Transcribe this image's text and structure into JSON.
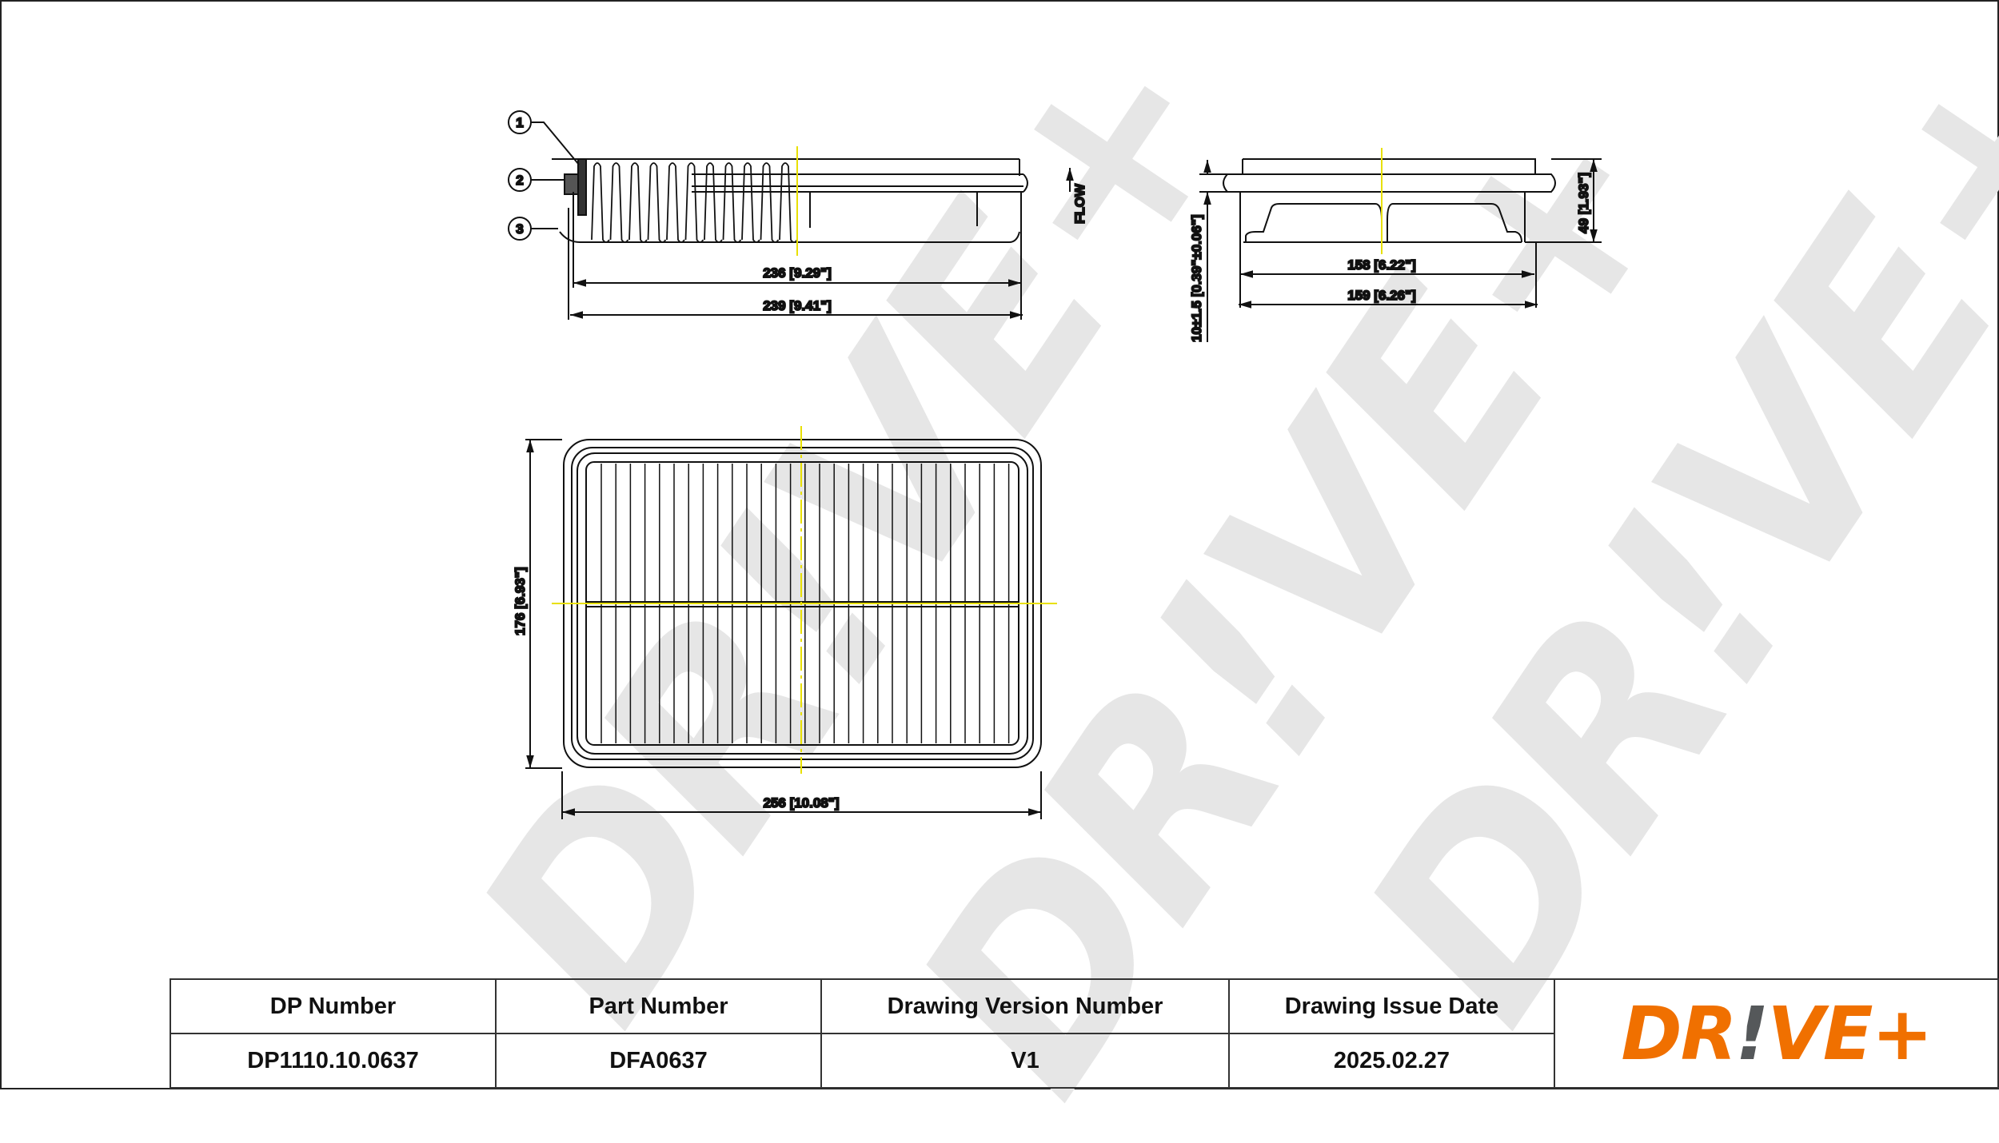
{
  "watermark": "DR!VE+",
  "callouts": [
    "1",
    "2",
    "3"
  ],
  "flow_label": "FLOW",
  "dimensions": {
    "side_inner": "236 [9.29\"]",
    "side_outer": "239 [9.41\"]",
    "end_inner": "158 [6.22\"]",
    "end_outer": "159 [6.26\"]",
    "height": "49 [1.93\"]",
    "seal": "10±1.5 [0.39\"±0.06\"]",
    "top_width": "256 [10.08\"]",
    "top_height": "176 [6.93\"]"
  },
  "title_block": {
    "headers": [
      "DP Number",
      "Part Number",
      "Drawing Version Number",
      "Drawing Issue Date"
    ],
    "values": [
      "DP1110.10.0637",
      "DFA0637",
      "V1",
      "2025.02.27"
    ],
    "logo": {
      "main": "DR",
      "bang": "!",
      "rest": "VE+"
    }
  },
  "colors": {
    "brand_orange": "#f07000",
    "brand_gray": "#55585a",
    "centerline": "#e8e000"
  }
}
